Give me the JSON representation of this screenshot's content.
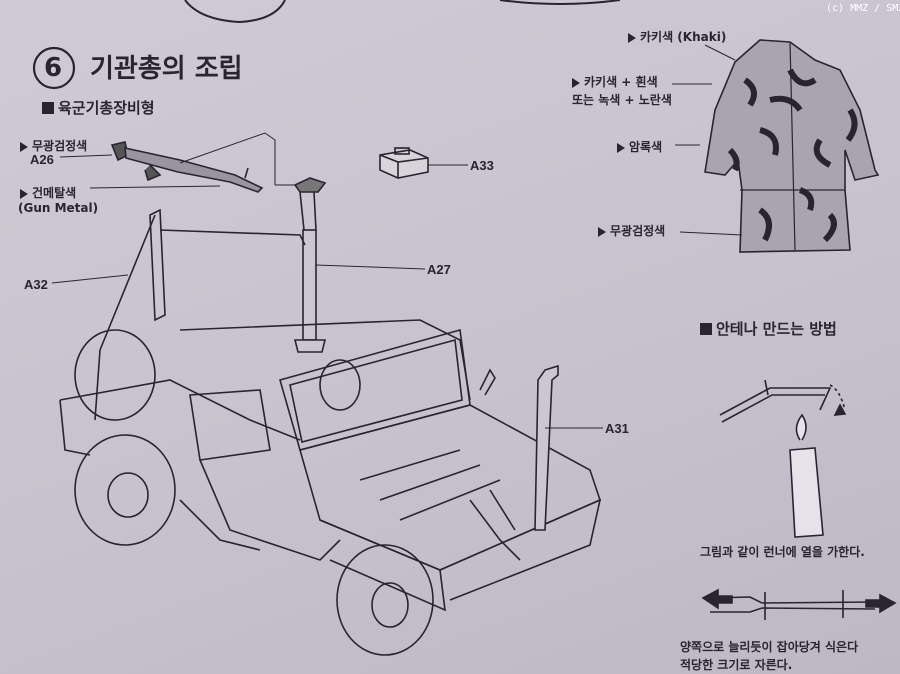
{
  "copyright": "(c) MMZ / SMZ",
  "step": {
    "number": "6",
    "title": "기관총의 조립"
  },
  "subtitle": "육군기총장비형",
  "left_labels": {
    "matte_black": "무광검정색",
    "a26": "A26",
    "gun_metal_kr": "건메탈색",
    "gun_metal_en": "(Gun Metal)",
    "a33": "A33",
    "a27": "A27",
    "a32": "A32",
    "a31": "A31"
  },
  "uniform_labels": {
    "khaki": "카키색 (Khaki)",
    "khaki_white": "카키색 + 흰색",
    "green_yellow": "또는 녹색 + 노란색",
    "dark_green": "암록색",
    "matte_black": "무광검정색"
  },
  "antenna": {
    "heading": "안테나 만드는 방법",
    "step1": "그림과 같이 런너에 열을 가한다.",
    "step2_line1": "양쪽으로 늘리듯이 잡아당겨 식은다",
    "step2_line2": "적당한 크기로 자른다."
  }
}
